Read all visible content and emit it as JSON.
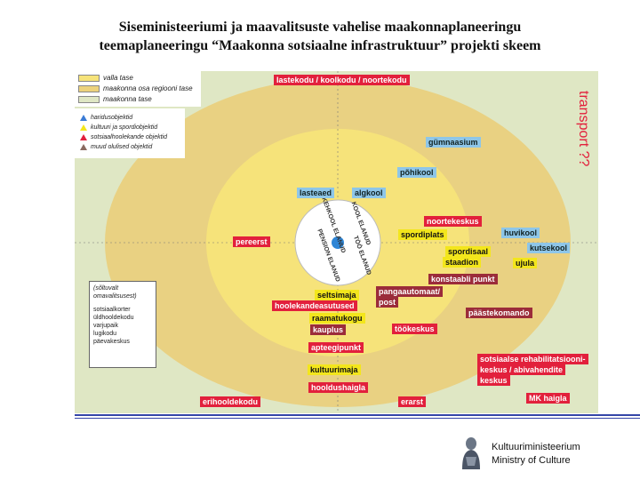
{
  "header": {
    "title_line1": "Siseministeeriumi ja maavalitsuste vahelise maakonnaplaneeringu",
    "title_line2": "teemaplaneeringu “Maakonna sotsiaalne infrastruktuur” projekti skeem"
  },
  "legend": {
    "items": [
      {
        "label": "valla tase",
        "color": "#f6e37a"
      },
      {
        "label": "maakonna osa regiooni tase",
        "color": "#ecd27c"
      },
      {
        "label": "maakonna tase",
        "color": "#dfe7c4"
      }
    ],
    "categories": [
      {
        "label": "haridusobjektid",
        "color": "#3a7bd5"
      },
      {
        "label": "kultuuri ja spordiobjektid",
        "color": "#f3e61c"
      },
      {
        "label": "sotsiaalhoolekande objektid",
        "color": "#e2203c"
      },
      {
        "label": "muud olulised objektid",
        "color": "#8a6a60"
      }
    ]
  },
  "side_box": {
    "header1": "(sõltuvalt",
    "header2": "omavalitsusest)",
    "items": [
      "sotsiaalkorter",
      "üldhooldekodu",
      "varjupaik",
      "lugikodu",
      "päevakeskus"
    ]
  },
  "transport": "transport ??",
  "center": {
    "q1": "KEHKOOL ELANUD",
    "q2": "KOOL ELANUD",
    "q3": "PENSION ELANUD",
    "q4": "TÖÖ ELANUD"
  },
  "labels": {
    "top": "lastekodu / koolkodu / noortekodu",
    "gymnaasium": "gümnaasium",
    "pohikool": "põhikool",
    "lasteaed": "lasteaed",
    "algkool": "algkool",
    "noortekeskus": "noortekeskus",
    "pereerst": "pereerst",
    "spordiplats": "spordiplats",
    "huvikool": "huvikool",
    "kutsekool": "kutsekool",
    "spordisaal": "spordisaal",
    "staadion": "staadion",
    "ujula": "ujula",
    "konstaabel": "konstaabli punkt",
    "seltsimaja": "seltsimaja",
    "pangaautomaat": "pangaautomaat/",
    "post": "post",
    "hoolekande": "hoolekandeasutused",
    "raamatukogu": "raamatukogu",
    "paasteko": "päästekomando",
    "kauplus": "kauplus",
    "tookeskus": "töökeskus",
    "apteek": "apteegipunkt",
    "rehab1": "sotsiaalse rehabilitatsiooni-",
    "rehab2": "keskus / abivahendite",
    "rehab3": "keskus",
    "kultuurimaja": "kultuurimaja",
    "hooldushaigla": "hooldushaigla",
    "hooldekodu": "erihooldekodu",
    "erarst": "erarst",
    "mkhaigla": "MK haigla"
  },
  "footer": {
    "ministry_et": "Kultuuriministeerium",
    "ministry_en": "Ministry of Culture"
  }
}
